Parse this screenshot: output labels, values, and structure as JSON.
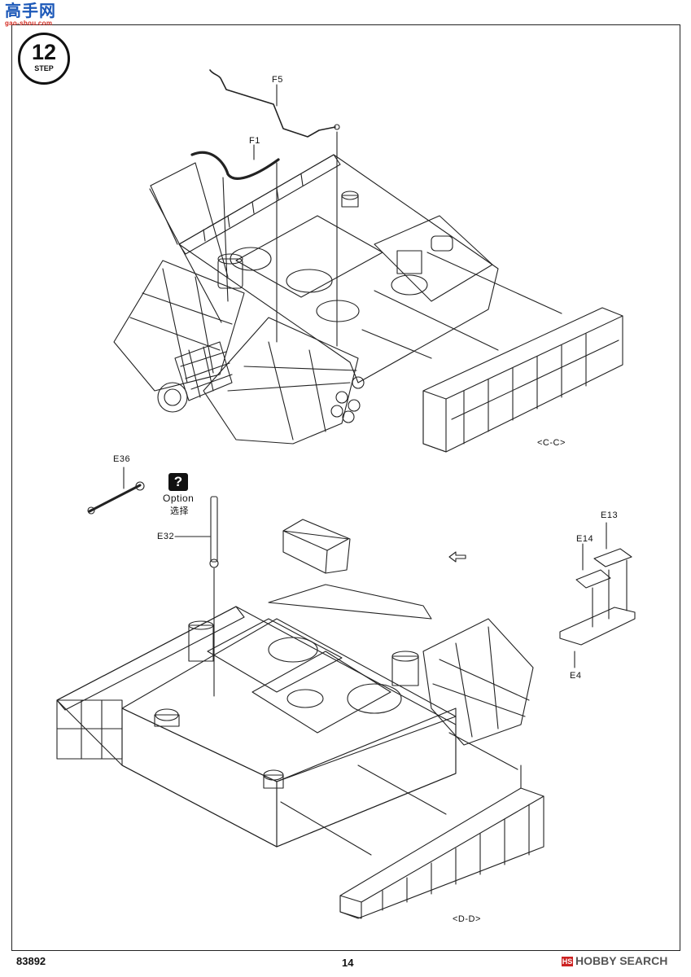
{
  "watermark": {
    "logo": "高手网",
    "url": "gao-shou.com"
  },
  "step": {
    "number": "12",
    "word": "STEP"
  },
  "upper_assembly": {
    "parts": [
      "F5",
      "F1"
    ],
    "section_label": "<C-C>"
  },
  "lower_assembly": {
    "parts": [
      "E36",
      "E32",
      "E13",
      "E14",
      "E4"
    ],
    "option": {
      "icon": "?",
      "label": "Option",
      "label_cn": "选择"
    },
    "section_label": "<D-D>"
  },
  "footer": {
    "kit_number": "83892",
    "page_number": "14",
    "source": "HOBBY SEARCH"
  }
}
